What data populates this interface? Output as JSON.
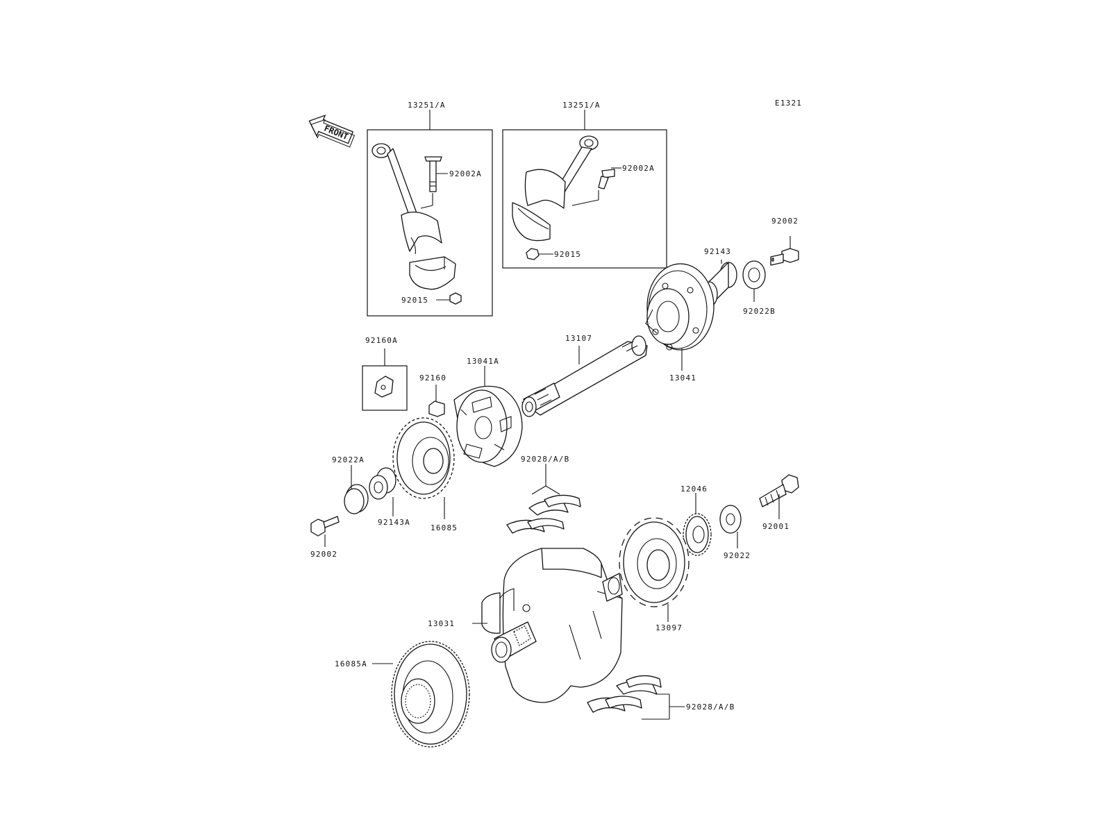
{
  "diagram": {
    "code": "E1321",
    "front_arrow": "FRONT",
    "labels": {
      "rod_left": "13251/A",
      "rod_right": "13251/A",
      "bolt_left": "92002A",
      "bolt_right": "92002A",
      "nut_left": "92015",
      "nut_right": "92015",
      "bolt_top_right": "92002",
      "collar_top_right": "92143",
      "washer_top_right": "92022B",
      "shaft": "13107",
      "gear_hub_right": "13041",
      "damper_box": "92160A",
      "damper": "92160",
      "gear_hub_left": "13041A",
      "washer_left": "92022A",
      "collar_left": "92143A",
      "gear_left": "16085",
      "bolt_left_low": "92002",
      "bearing_top": "92028/A/B",
      "sprocket_small": "12046",
      "washer_right": "92022",
      "bolt_right_low": "92001",
      "sprocket_large": "13097",
      "crankshaft": "13031",
      "gear_big": "16085A",
      "bearing_bottom": "92028/A/B"
    }
  }
}
